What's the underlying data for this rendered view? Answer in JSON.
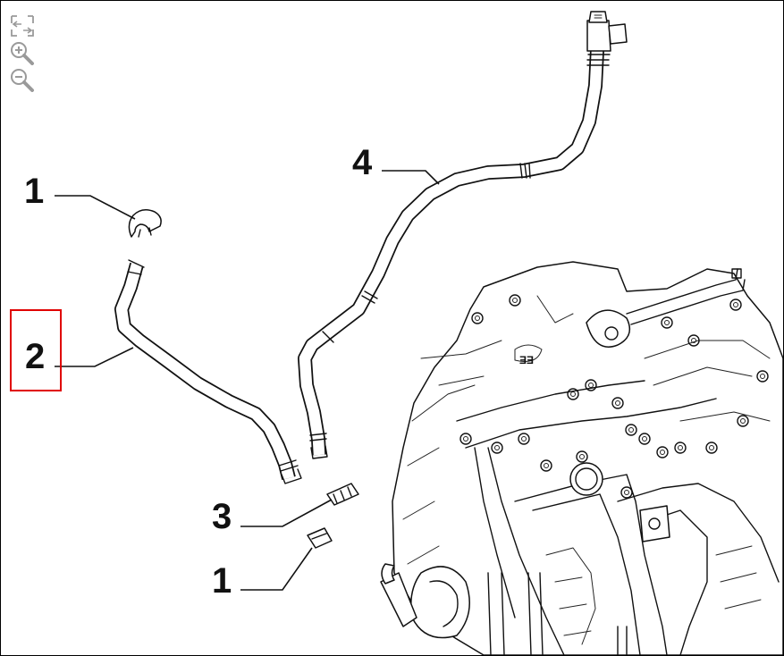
{
  "callouts": [
    {
      "num": "1"
    },
    {
      "num": "2"
    },
    {
      "num": "3"
    },
    {
      "num": "1"
    },
    {
      "num": "4"
    }
  ],
  "highlight": {
    "callout": "2",
    "color": "#e00000"
  },
  "toolbar": {
    "icons": [
      "fit-screen-icon",
      "zoom-in-icon",
      "zoom-out-icon"
    ]
  },
  "colors": {
    "line": "#111111",
    "background": "#ffffff",
    "highlight": "#e00000"
  }
}
